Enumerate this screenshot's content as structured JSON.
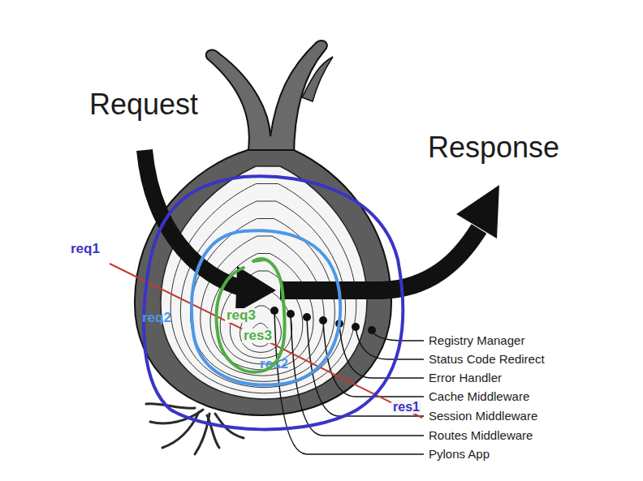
{
  "diagram": {
    "nodes": [
      {
        "text": [
          "req1",
          "res1"
        ]
      },
      {
        "text": [
          "req2",
          "res2"
        ],
        "in": 0
      },
      {
        "text": [
          "req3",
          "res3"
        ],
        "in": 1
      }
    ],
    "labels": [
      "Request",
      "Response",
      "Registry Manager",
      "Status Code Redirect",
      "Error Handler",
      "Cache Middleware",
      "Session Middleware",
      "Routes Middleware",
      "Pylons App"
    ]
  }
}
